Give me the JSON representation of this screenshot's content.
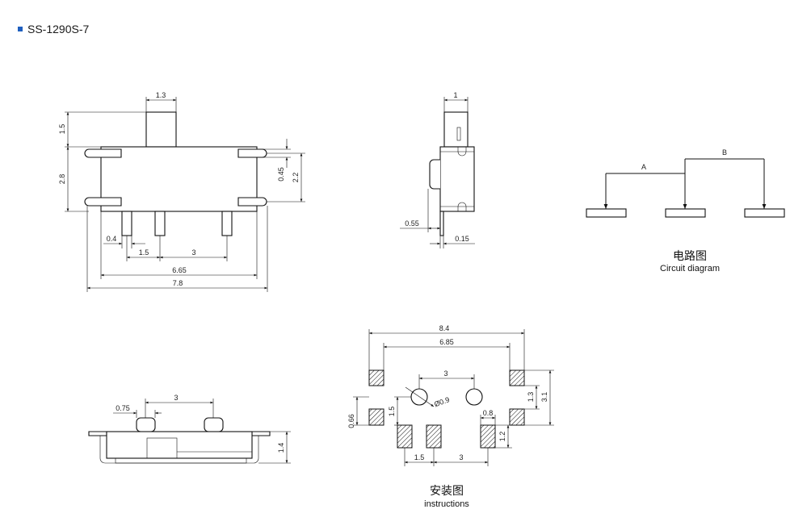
{
  "model": "SS-1290S-7",
  "front_view": {
    "dims": {
      "knob_width": "1.3",
      "knob_height": "1.5",
      "body_height": "2.8",
      "tab_gap": "0.45",
      "tab_span": "2.2",
      "pin_width": "0.4",
      "pin_pitch_a": "1.5",
      "pin_pitch_b": "3",
      "inner_width": "6.65",
      "overall_width": "7.8"
    }
  },
  "side_view": {
    "dims": {
      "knob_width": "1",
      "pin_offset": "0.55",
      "pin_thickness": "0.15"
    }
  },
  "bottom_view": {
    "dims": {
      "knob_width": "0.75",
      "knob_pitch": "3",
      "height": "1.4"
    }
  },
  "circuit": {
    "label_a": "A",
    "label_b": "B",
    "caption_cn": "电路图",
    "caption_en": "Circuit diagram"
  },
  "footprint": {
    "dims": {
      "outer_width": "8.4",
      "inner_width": "6.85",
      "hole_pitch": "3",
      "hole_diameter": "Ø0.9",
      "pad_v_spacing": "1.3",
      "pad_v_total": "3.1",
      "pad_width": "0.8",
      "left_pad_offset": "1.5",
      "left_pad_height": "0.66",
      "pad_height": "1.2",
      "pin_pitch_a": "1.5",
      "pin_pitch_b": "3"
    },
    "caption_cn": "安装图",
    "caption_en": "instructions"
  }
}
